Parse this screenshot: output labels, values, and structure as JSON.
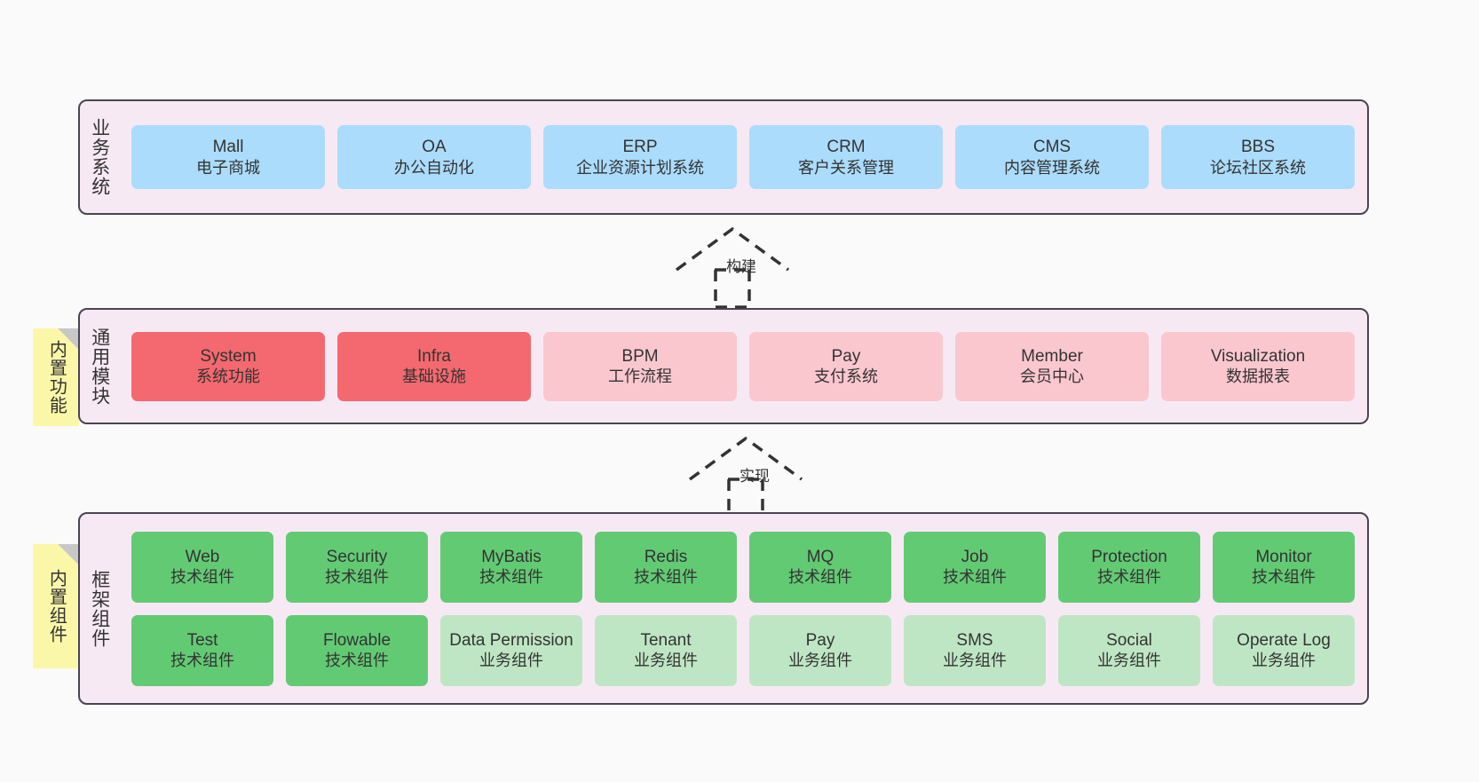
{
  "diagram": {
    "background_color": "#fafafa",
    "layer_border_color": "#4a4450",
    "layer_fill_color": "#f7e9f4",
    "sticky_color": "#fbf7a8"
  },
  "layers": [
    {
      "id": "business",
      "title": "业务系统",
      "rows": [
        [
          {
            "en": "Mall",
            "cn": "电子商城",
            "color": "#abdcfb",
            "variant": "c-blue"
          },
          {
            "en": "OA",
            "cn": "办公自动化",
            "color": "#abdcfb",
            "variant": "c-blue"
          },
          {
            "en": "ERP",
            "cn": "企业资源计划系统",
            "color": "#abdcfb",
            "variant": "c-blue"
          },
          {
            "en": "CRM",
            "cn": "客户关系管理",
            "color": "#abdcfb",
            "variant": "c-blue"
          },
          {
            "en": "CMS",
            "cn": "内容管理系统",
            "color": "#abdcfb",
            "variant": "c-blue"
          },
          {
            "en": "BBS",
            "cn": "论坛社区系统",
            "color": "#abdcfb",
            "variant": "c-blue"
          }
        ]
      ]
    },
    {
      "id": "common",
      "title": "通用模块",
      "sticky": "内置功能",
      "rows": [
        [
          {
            "en": "System",
            "cn": "系统功能",
            "color": "#f4696f",
            "variant": "c-red"
          },
          {
            "en": "Infra",
            "cn": "基础设施",
            "color": "#f4696f",
            "variant": "c-red"
          },
          {
            "en": "BPM",
            "cn": "工作流程",
            "color": "#fbc7cf",
            "variant": "c-pink"
          },
          {
            "en": "Pay",
            "cn": "支付系统",
            "color": "#fbc7cf",
            "variant": "c-pink"
          },
          {
            "en": "Member",
            "cn": "会员中心",
            "color": "#fbc7cf",
            "variant": "c-pink"
          },
          {
            "en": "Visualization",
            "cn": "数据报表",
            "color": "#fbc7cf",
            "variant": "c-pink"
          }
        ]
      ]
    },
    {
      "id": "framework",
      "title": "框架组件",
      "sticky": "内置组件",
      "rows": [
        [
          {
            "en": "Web",
            "cn": "技术组件",
            "color": "#63ca74",
            "variant": "c-green"
          },
          {
            "en": "Security",
            "cn": "技术组件",
            "color": "#63ca74",
            "variant": "c-green"
          },
          {
            "en": "MyBatis",
            "cn": "技术组件",
            "color": "#63ca74",
            "variant": "c-green"
          },
          {
            "en": "Redis",
            "cn": "技术组件",
            "color": "#63ca74",
            "variant": "c-green"
          },
          {
            "en": "MQ",
            "cn": "技术组件",
            "color": "#63ca74",
            "variant": "c-green"
          },
          {
            "en": "Job",
            "cn": "技术组件",
            "color": "#63ca74",
            "variant": "c-green"
          },
          {
            "en": "Protection",
            "cn": "技术组件",
            "color": "#63ca74",
            "variant": "c-green"
          },
          {
            "en": "Monitor",
            "cn": "技术组件",
            "color": "#63ca74",
            "variant": "c-green"
          }
        ],
        [
          {
            "en": "Test",
            "cn": "技术组件",
            "color": "#63ca74",
            "variant": "c-green"
          },
          {
            "en": "Flowable",
            "cn": "技术组件",
            "color": "#63ca74",
            "variant": "c-green"
          },
          {
            "en": "Data Permission",
            "cn": "业务组件",
            "color": "#bfe6c4",
            "variant": "c-lightgreen"
          },
          {
            "en": "Tenant",
            "cn": "业务组件",
            "color": "#bfe6c4",
            "variant": "c-lightgreen"
          },
          {
            "en": "Pay",
            "cn": "业务组件",
            "color": "#bfe6c4",
            "variant": "c-lightgreen"
          },
          {
            "en": "SMS",
            "cn": "业务组件",
            "color": "#bfe6c4",
            "variant": "c-lightgreen"
          },
          {
            "en": "Social",
            "cn": "业务组件",
            "color": "#bfe6c4",
            "variant": "c-lightgreen"
          },
          {
            "en": "Operate Log",
            "cn": "业务组件",
            "color": "#bfe6c4",
            "variant": "c-lightgreen"
          }
        ]
      ]
    }
  ],
  "connectors": [
    {
      "id": "build",
      "label": "构建",
      "style": "dashed-generalization"
    },
    {
      "id": "impl",
      "label": "实现",
      "style": "dashed-generalization"
    }
  ]
}
